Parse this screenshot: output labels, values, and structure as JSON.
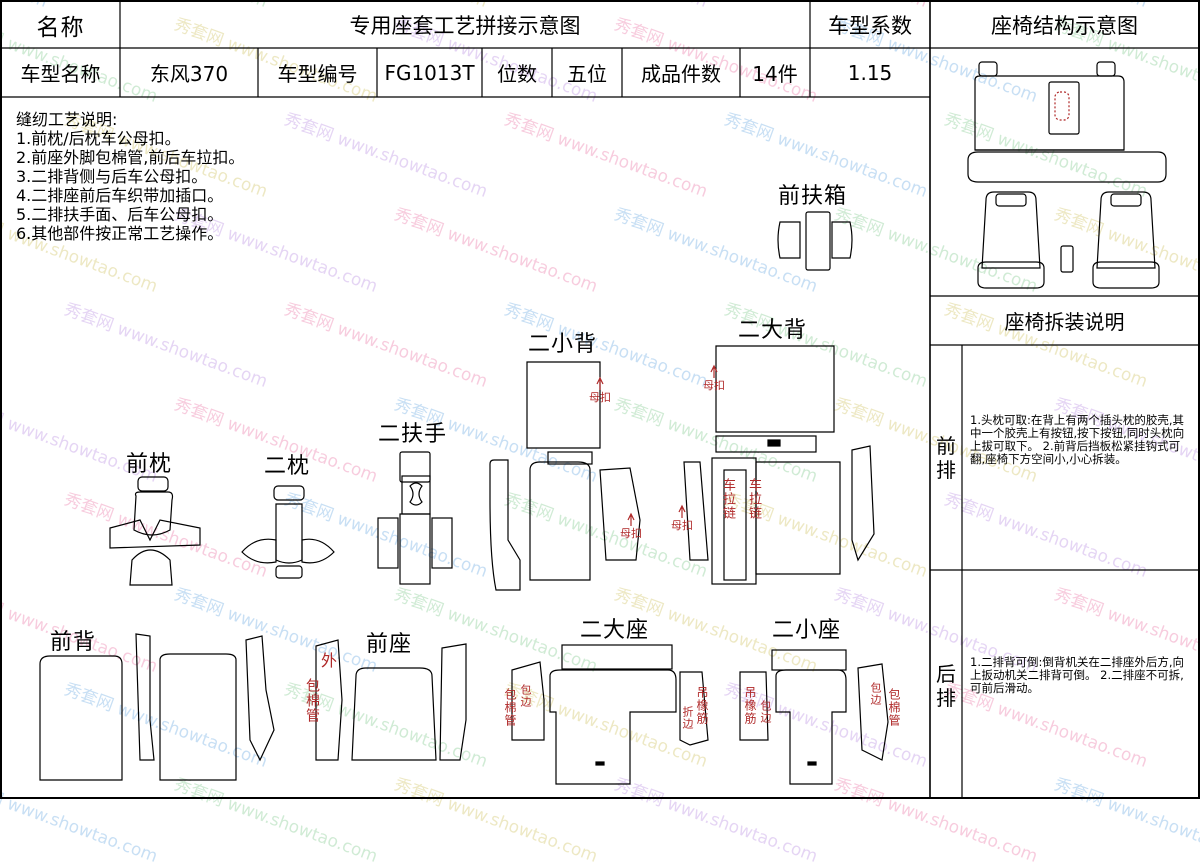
{
  "header": {
    "name_label": "名称",
    "title": "专用座套工艺拼接示意图",
    "coef_label": "车型系数",
    "structure_title": "座椅结构示意图"
  },
  "info_row": {
    "model_name_label": "车型名称",
    "model_name": "东风370",
    "model_no_label": "车型编号",
    "model_no": "FG1013T",
    "seats_label": "位数",
    "seats": "五位",
    "pieces_label": "成品件数",
    "pieces": "14件",
    "coefficient": "1.15"
  },
  "sewing_notes": {
    "title": "缝纫工艺说明:",
    "items": [
      "1.前枕/后枕车公母扣。",
      "2.前座外脚包棉管,前后车拉扣。",
      "3.二排背侧与后车公母扣。",
      "4.二排座前后车织带加插口。",
      "5.二排扶手面、后车公母扣。",
      "6.其他部件按正常工艺操作。"
    ]
  },
  "parts": {
    "front_armbox": "前扶箱",
    "second_small_back": "二小背",
    "second_big_back": "二大背",
    "second_armrest": "二扶手",
    "front_headrest": "前枕",
    "second_headrest": "二枕",
    "front_back": "前背",
    "front_seat": "前座",
    "second_big_seat": "二大座",
    "second_small_seat": "二小座"
  },
  "annotations": {
    "snap": "母扣",
    "outer": "外",
    "foam_tube": "包棉管",
    "zipper": "车拉链",
    "edge_fold": "包边",
    "hook": "吊橡筋",
    "fold_edge": "折边"
  },
  "disassembly": {
    "title": "座椅拆装说明",
    "front_row_label": "前排",
    "front_row_text": "1.头枕可取:在背上有两个插头枕的胶壳,其中一个胶壳上有按钮,按下按钮,同时头枕向上拔可取下。 2.前背后挡板松紧挂钩式可翻,座椅下方空间小,小心拆装。",
    "rear_row_label": "后排",
    "rear_row_text": "1.二排背可倒:倒背机关在二排座外后方,向上扳动机关二排背可倒。 2.二排座不可拆,可前后滑动。"
  },
  "watermark": {
    "text_cn": "秀套网",
    "text_en": "www.showtao.com"
  }
}
